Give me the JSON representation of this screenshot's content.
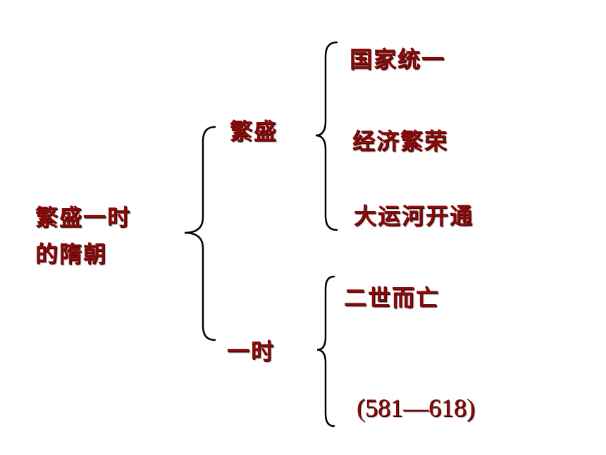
{
  "colors": {
    "text": "#8b0a0a",
    "brace": "#000000"
  },
  "root": {
    "line1": "繁盛一时",
    "line2": "的隋朝"
  },
  "branch_prosperity": {
    "label": "繁盛",
    "items": [
      "国家统一",
      "经济繁荣",
      "大运河开通"
    ]
  },
  "branch_brief": {
    "label": "一时",
    "items": [
      "二世而亡",
      "(581—618)"
    ]
  }
}
